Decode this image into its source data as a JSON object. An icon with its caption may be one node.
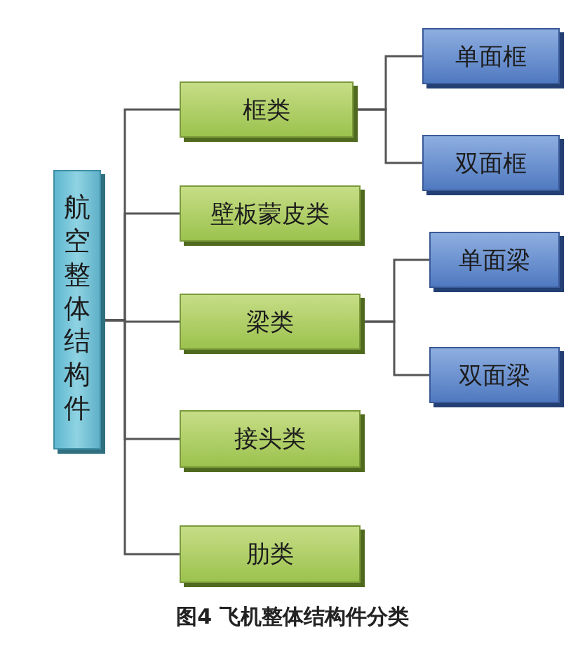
{
  "diagram": {
    "caption": "图4 飞机整体结构件分类",
    "nodes": [
      {
        "text": [
          "航空整体结构件"
        ]
      },
      {
        "text": [
          "框类"
        ]
      },
      {
        "text": [
          "壁板蒙皮类"
        ]
      },
      {
        "text": [
          "梁类"
        ]
      },
      {
        "text": [
          "接头类"
        ]
      },
      {
        "text": [
          "肋类"
        ]
      },
      {
        "text": [
          "单面框"
        ]
      },
      {
        "text": [
          "双面框"
        ]
      },
      {
        "text": [
          "单面梁"
        ]
      },
      {
        "text": [
          "双面梁"
        ]
      }
    ],
    "edges": [
      {
        "from": 0,
        "to": 1,
        "arrow": "none"
      },
      {
        "from": 0,
        "to": 2,
        "arrow": "none"
      },
      {
        "from": 0,
        "to": 3,
        "arrow": "none"
      },
      {
        "from": 0,
        "to": 4,
        "arrow": "none"
      },
      {
        "from": 0,
        "to": 5,
        "arrow": "none"
      },
      {
        "from": 1,
        "to": 6,
        "arrow": "none"
      },
      {
        "from": 1,
        "to": 7,
        "arrow": "none"
      },
      {
        "from": 3,
        "to": 8,
        "arrow": "none"
      },
      {
        "from": 3,
        "to": 9,
        "arrow": "none"
      }
    ]
  }
}
